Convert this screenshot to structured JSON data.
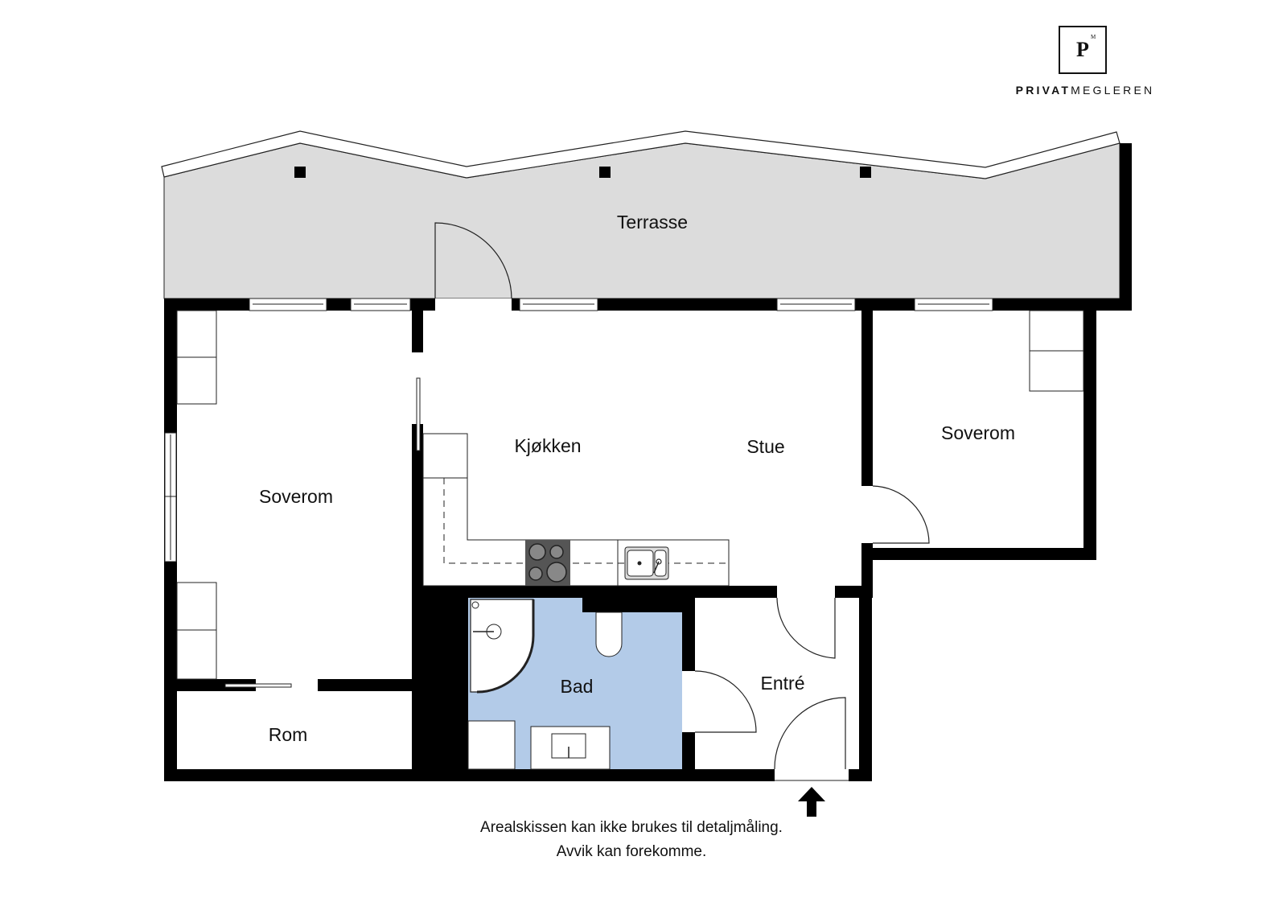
{
  "brand": {
    "logo_letter": "P",
    "logo_superscript": "M",
    "name_bold": "PRIVAT",
    "name_regular": "MEGLEREN"
  },
  "rooms": {
    "terrasse": "Terrasse",
    "kjokken": "Kjøkken",
    "stue": "Stue",
    "soverom_left": "Soverom",
    "soverom_right": "Soverom",
    "rom": "Rom",
    "bad": "Bad",
    "entre": "Entré"
  },
  "colors": {
    "wall": "#000000",
    "terrace_fill": "#dcdcdc",
    "bathroom_fill": "#b3cbe8",
    "stove_fill": "#555555"
  },
  "icons": {
    "entrance": "arrow-up-icon"
  },
  "disclaimer": {
    "line1": "Arealskissen kan ikke brukes til detaljmåling.",
    "line2": "Avvik kan forekomme."
  }
}
